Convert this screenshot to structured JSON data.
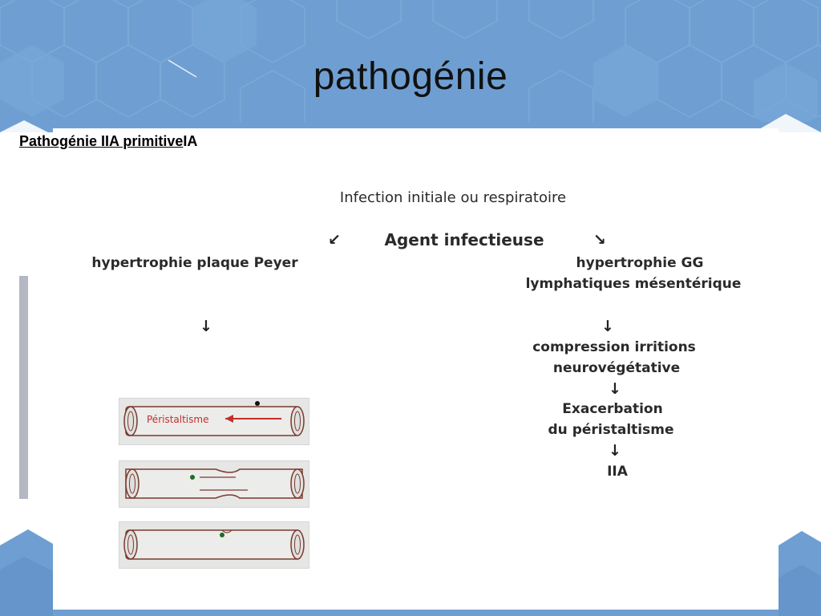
{
  "slide": {
    "title": "pathogénie",
    "subtitle_underlined": "Pathogénie IIA primitive",
    "subtitle_rest": "IA"
  },
  "diagram": {
    "top": "Infection initiale ou respiratoire",
    "agent": "Agent infectieuse",
    "arrow_left": "↙",
    "arrow_right": "↘",
    "left_branch": "hypertrophie plaque Peyer",
    "left_arrow": "↓",
    "right_line1": "hypertrophie GG",
    "right_line2": "lymphatiques mésentérique",
    "right_arrow1": "↓",
    "compression1": "compression irritions",
    "compression2": "neurovégétative",
    "right_arrow2": "↓",
    "exacerbation1": "Exacerbation",
    "exacerbation2": "du péristaltisme",
    "right_arrow3": "↓",
    "result": "IIA"
  },
  "figure": {
    "peristalsis_label": "Péristaltisme"
  },
  "colors": {
    "banner": "#6f9fd2",
    "hex_light": "#8db3dc",
    "hex_dark": "#5f90c6",
    "sidebar_bar": "#b3b8c2",
    "peristalsis_text": "#c0302b"
  }
}
